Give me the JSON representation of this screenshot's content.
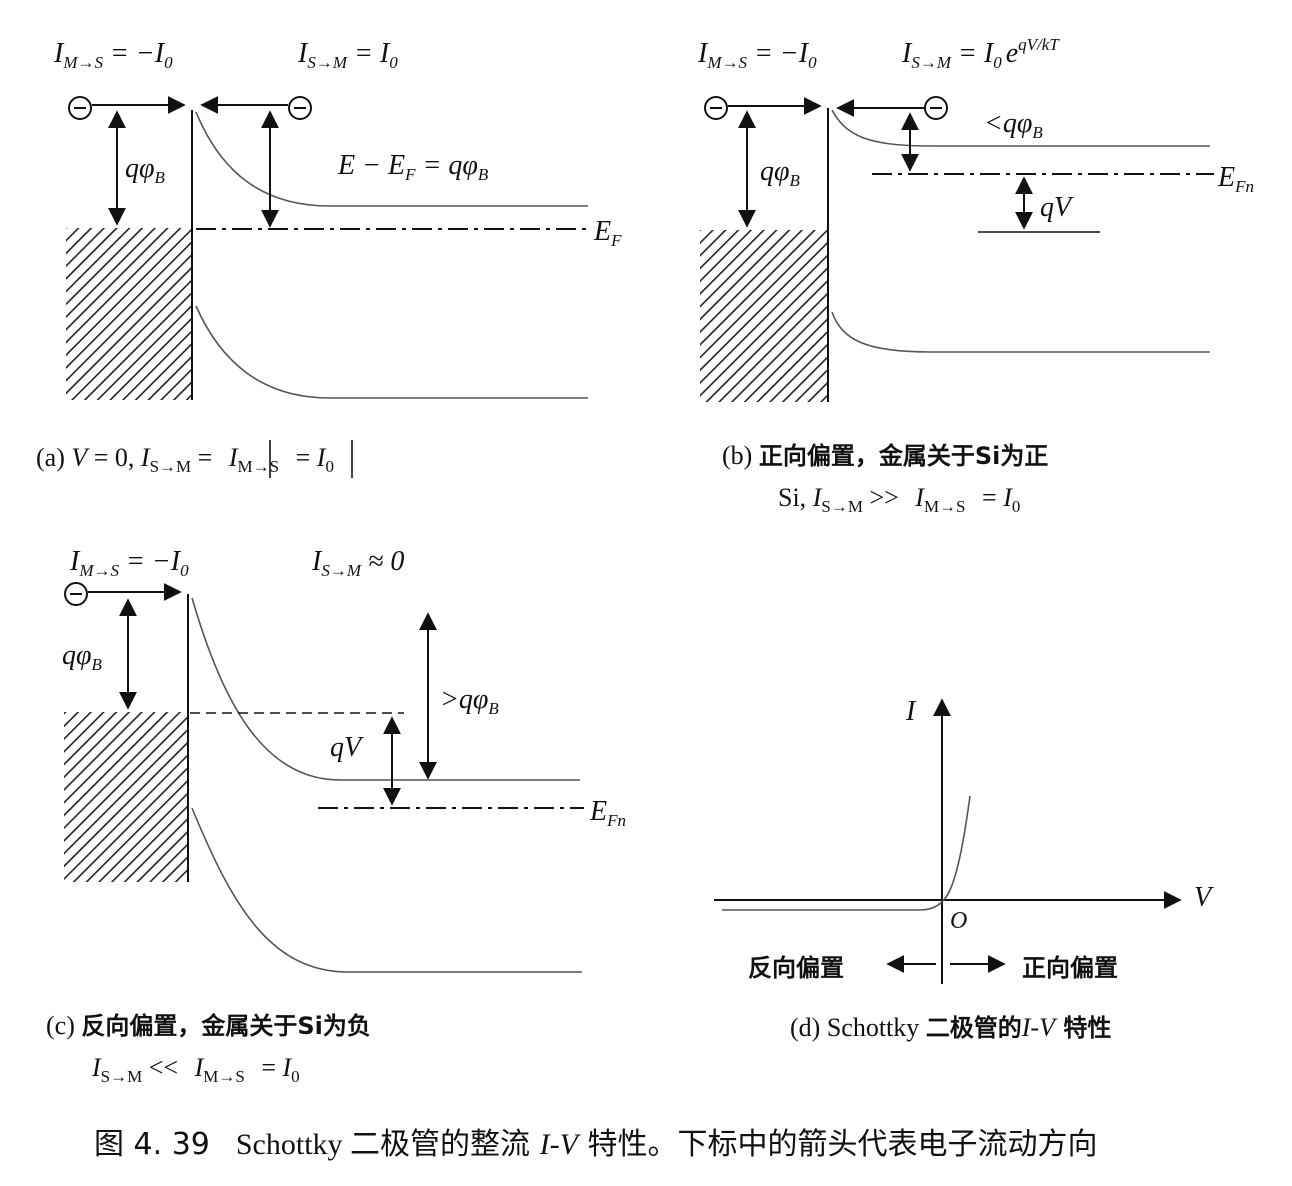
{
  "panel_a": {
    "i_ms_left": "I",
    "i_ms_sub": "M→S",
    "i_ms_right": " = −I",
    "i_ms_right_sub": "0",
    "i_sm_left": "I",
    "i_sm_sub": "S→M",
    "i_sm_right": " = I",
    "i_sm_right_sub": "0",
    "barrier": "qφ",
    "barrier_sub": "B",
    "energy_eq": "E − E",
    "energy_eq_sub": "F",
    "energy_eq_right": " = qφ",
    "energy_eq_right_sub": "B",
    "fermi": "E",
    "fermi_sub": "F",
    "caption_1": "(a) ",
    "caption_2": "V",
    "caption_3": " = 0, ",
    "caption_4": "I",
    "caption_5": "S→M",
    "caption_6": " = ",
    "caption_7": "I",
    "caption_8": "M→S",
    "caption_9": " = ",
    "caption_10": "I",
    "caption_11": "0"
  },
  "panel_b": {
    "i_ms_left": "I",
    "i_ms_sub": "M→S",
    "i_ms_right": " = −I",
    "i_ms_right_sub": "0",
    "i_sm_left": "I",
    "i_sm_sub": "S→M",
    "i_sm_right": " = I",
    "i_sm_right_sub": "0",
    "i_sm_exp": "e",
    "i_sm_sup": "qV/kT",
    "barrier": "qφ",
    "barrier_sub": "B",
    "reduced": "<qφ",
    "reduced_sub": "B",
    "fermi": "E",
    "fermi_sub": "Fn",
    "voltage": "qV",
    "caption_line1_a": "(b) ",
    "caption_line1_b": "正向偏置，金属关于Si为正",
    "caption_line2_a": "Si, ",
    "caption_line2_b": "I",
    "caption_line2_c": "S→M",
    "caption_line2_d": " >> ",
    "caption_line2_e": "I",
    "caption_line2_f": "M→S",
    "caption_line2_g": " = ",
    "caption_line2_h": "I",
    "caption_line2_i": "0"
  },
  "panel_c": {
    "i_ms_left": "I",
    "i_ms_sub": "M→S",
    "i_ms_right": " = −I",
    "i_ms_right_sub": "0",
    "i_sm_left": "I",
    "i_sm_sub": "S→M",
    "i_sm_right": " ≈ 0",
    "barrier": "qφ",
    "barrier_sub": "B",
    "increased": ">qφ",
    "increased_sub": "B",
    "voltage": "qV",
    "fermi": "E",
    "fermi_sub": "Fn",
    "caption_line1_a": "(c) ",
    "caption_line1_b": "反向偏置，金属关于Si为负",
    "caption_line2_a": "I",
    "caption_line2_b": "S→M",
    "caption_line2_c": " << ",
    "caption_line2_d": "I",
    "caption_line2_e": "M→S",
    "caption_line2_f": " = ",
    "caption_line2_g": "I",
    "caption_line2_h": "0"
  },
  "panel_d": {
    "y_axis": "I",
    "x_axis": "V",
    "origin": "O",
    "reverse_label": "反向偏置",
    "forward_label": "正向偏置",
    "caption_a": "(d) Schottky ",
    "caption_b": "二极管的",
    "caption_c": "I-V",
    "caption_d": " 特性"
  },
  "figure_caption": {
    "number": "图 4. 39",
    "text_a": "Schottky ",
    "text_b": "二极管的整流 ",
    "text_c": "I-V",
    "text_d": " 特性。下标中的箭头代表电子流动方向"
  }
}
